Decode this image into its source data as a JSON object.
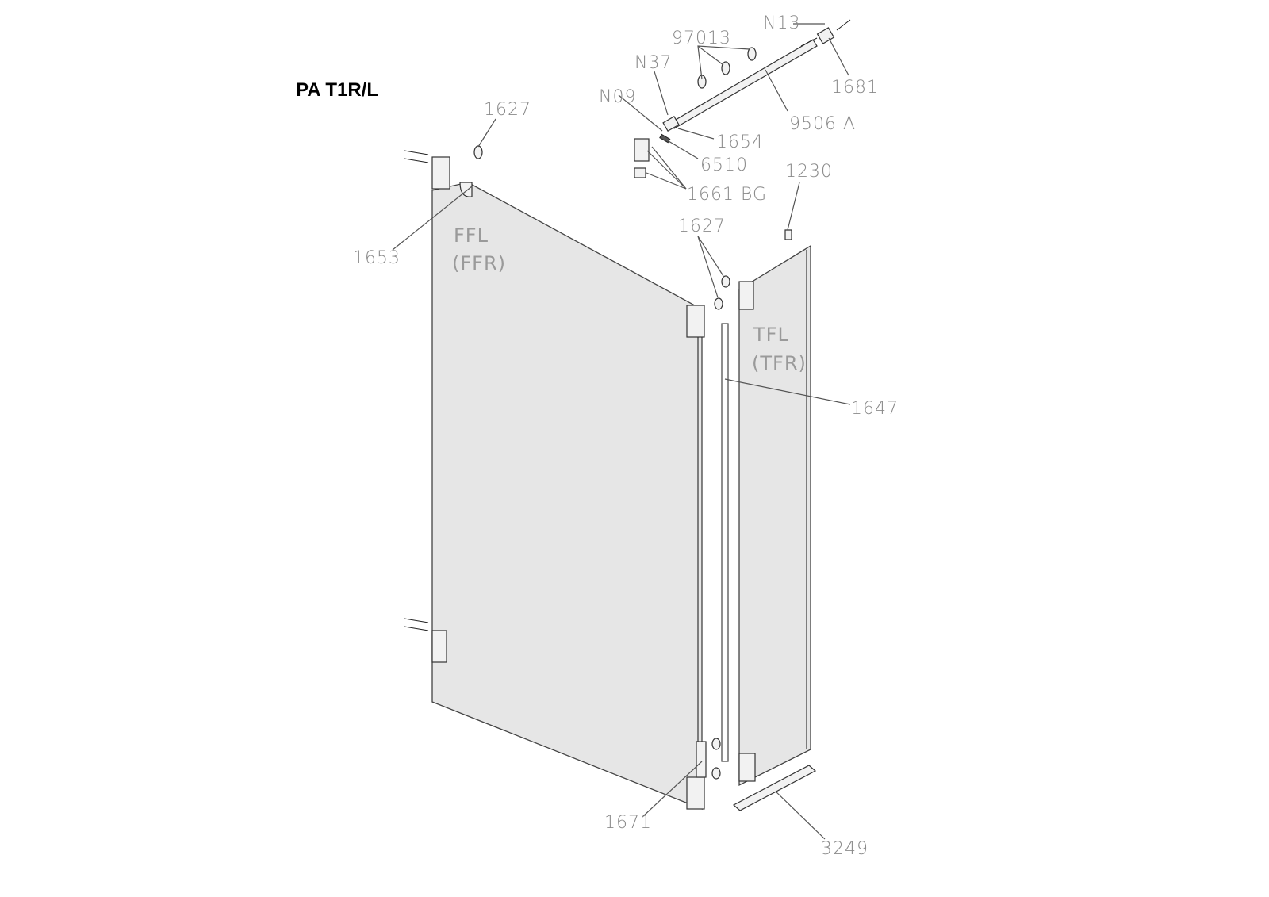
{
  "title": "PA T1R/L",
  "panels": {
    "front": {
      "line1": "FFL",
      "line2": "(FFR)"
    },
    "tail": {
      "line1": "TFL",
      "line2": "(TFR)"
    }
  },
  "parts": {
    "p1627_top": "1627",
    "p1653": "1653",
    "pN37": "N37",
    "p97013": "97013",
    "pN13": "N13",
    "p1681": "1681",
    "pN09": "N09",
    "p9506A": "9506 A",
    "p1654": "1654",
    "p6510": "6510",
    "p1661BG": "1661 BG",
    "p1230": "1230",
    "p1627_mid": "1627",
    "p1647": "1647",
    "p1671": "1671",
    "p3249": "3249"
  }
}
